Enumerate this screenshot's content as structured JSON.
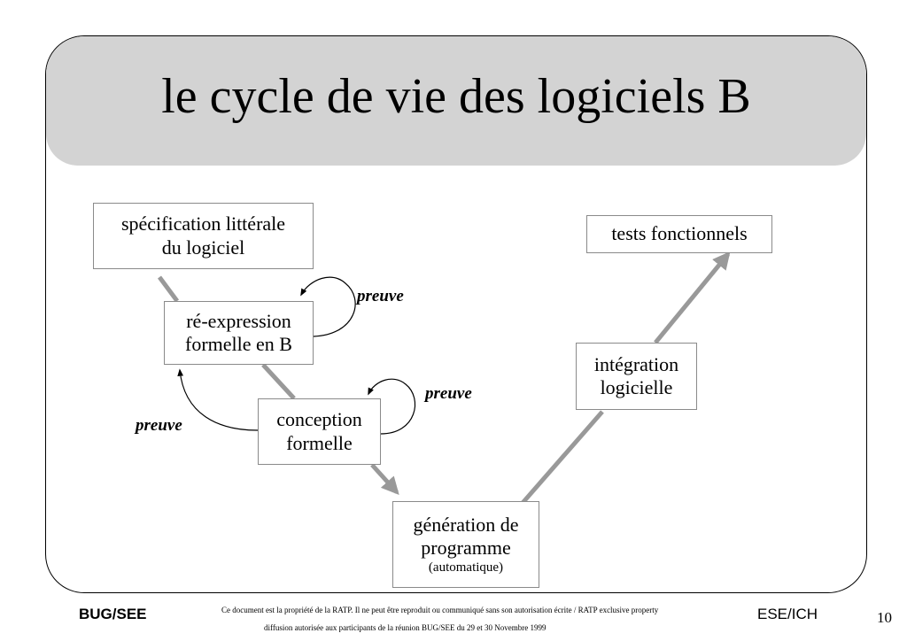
{
  "slide": {
    "title": "le cycle de vie des logiciels B",
    "page_number": "10"
  },
  "boxes": {
    "specification": [
      "spécification littérale",
      "du logiciel"
    ],
    "reexpression": [
      "ré-expression",
      "formelle en B"
    ],
    "conception": [
      "conception",
      "formelle"
    ],
    "generation": [
      "génération de",
      "programme",
      "(automatique)"
    ],
    "integration": [
      "intégration",
      "logicielle"
    ],
    "tests": [
      "tests fonctionnels"
    ]
  },
  "proof_labels": {
    "reexpression_self": "preuve",
    "conception_self": "preuve",
    "conception_to_reexpression": "preuve"
  },
  "footer": {
    "left": "BUG/SEE",
    "right": "ESE/ICH",
    "note_line1": "Ce document est la propriété de la RATP. Il ne peut être reproduit ou communiqué sans son autorisation écrite / RATP exclusive property",
    "note_line2": "diffusion autorisée aux participants de la réunion BUG/SEE du 29 et 30 Novembre 1999"
  },
  "colors": {
    "title_band": "#d3d3d3",
    "flow_arrow": "#999999",
    "box_border": "#8a8a8a"
  }
}
